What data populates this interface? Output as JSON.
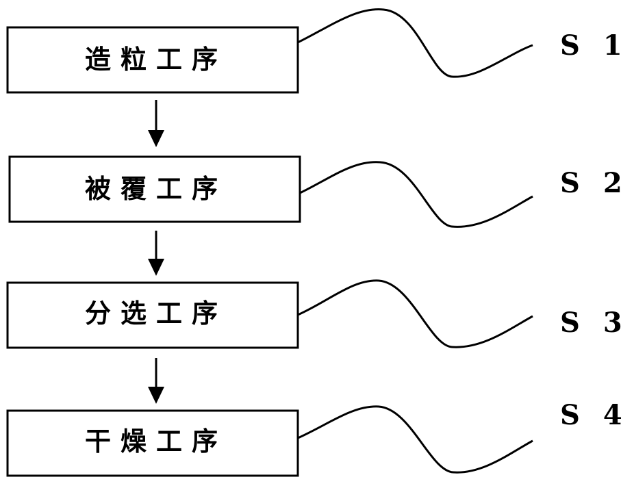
{
  "steps": [
    {
      "label": "造粒工序",
      "id": "S 1"
    },
    {
      "label": "被覆工序",
      "id": "S 2"
    },
    {
      "label": "分选工序",
      "id": "S 3"
    },
    {
      "label": "干燥工序",
      "id": "S 4"
    }
  ]
}
